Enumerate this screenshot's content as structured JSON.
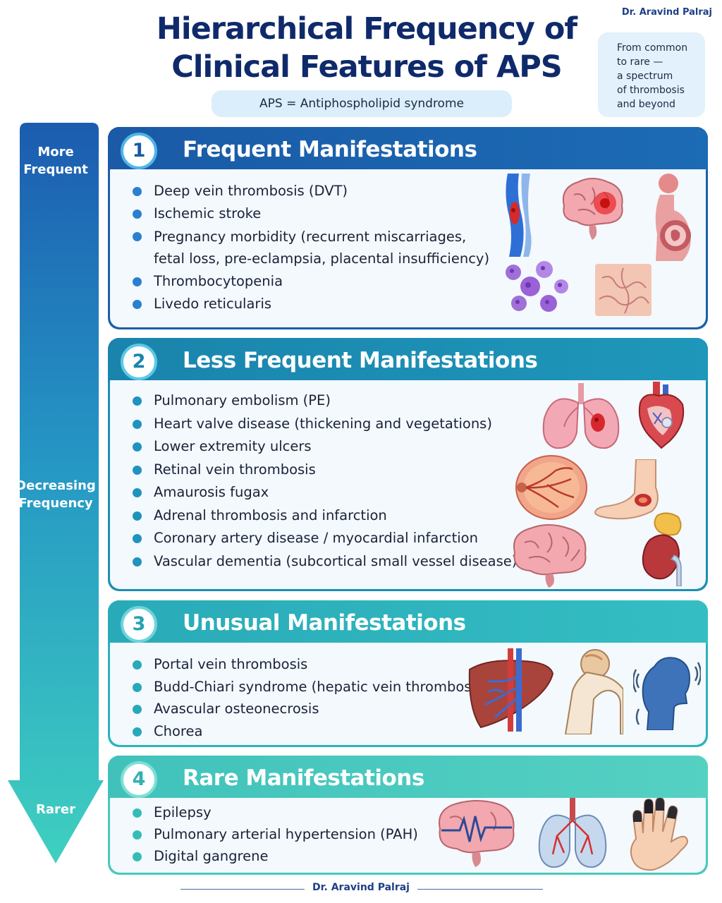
{
  "author": "Dr. Aravind Palraj",
  "title_line1": "Hierarchical Frequency of",
  "title_line2": "Clinical Features of APS",
  "subtitle": "APS = Antiphospholipid syndrome",
  "note": [
    "From common",
    "to rare —",
    "a spectrum",
    "of thrombosis",
    "and beyond"
  ],
  "arrow": {
    "top_label": [
      "More",
      "Frequent"
    ],
    "middle_label": [
      "Decreasing",
      "Frequency"
    ],
    "bottom_label": "Rarer"
  },
  "tiers": [
    {
      "number": "1",
      "title": "Frequent Manifestations",
      "items": [
        "Deep vein thrombosis (DVT)",
        "Ischemic stroke",
        "Pregnancy morbidity (recurrent miscarriages,",
        "fetal loss, pre-eclampsia, placental insufficiency)",
        "Thrombocytopenia",
        "Livedo reticularis"
      ],
      "icons": [
        "vein-clot-icon",
        "brain-stroke-icon",
        "pregnancy-icon",
        "platelets-icon",
        "livedo-skin-icon"
      ]
    },
    {
      "number": "2",
      "title": "Less Frequent Manifestations",
      "items": [
        "Pulmonary embolism (PE)",
        "Heart valve disease (thickening and vegetations)",
        "Lower extremity ulcers",
        "Retinal vein thrombosis",
        "Amaurosis fugax",
        "Adrenal thrombosis and infarction",
        "Coronary artery disease / myocardial infarction",
        "Vascular dementia (subcortical small vessel disease)"
      ],
      "icons": [
        "lungs-clot-icon",
        "heart-icon",
        "retina-icon",
        "foot-ulcer-icon",
        "brain-icon",
        "kidney-adrenal-icon"
      ]
    },
    {
      "number": "3",
      "title": "Unusual Manifestations",
      "items": [
        "Portal vein thrombosis",
        "Budd-Chiari syndrome (hepatic vein thrombosis)",
        "Avascular osteonecrosis",
        "Chorea"
      ],
      "icons": [
        "liver-icon",
        "femur-bone-icon",
        "head-movement-icon"
      ]
    },
    {
      "number": "4",
      "title": "Rare Manifestations",
      "items": [
        "Epilepsy",
        "Pulmonary arterial hypertension (PAH)",
        "Digital gangrene"
      ],
      "icons": [
        "brain-eeg-icon",
        "lungs-icon",
        "gangrene-hand-icon"
      ]
    }
  ],
  "colors": {
    "title": "#0f2a6b",
    "tier1": "#1a5aa6",
    "tier2": "#1a84ad",
    "tier3": "#29aab8",
    "tier4": "#40c2bb",
    "dot1": "#2a7fd0",
    "dot2": "#1f93bd",
    "dot3": "#27a9b9",
    "dot4": "#35bdb5"
  },
  "footer": "Dr. Aravind Palraj"
}
